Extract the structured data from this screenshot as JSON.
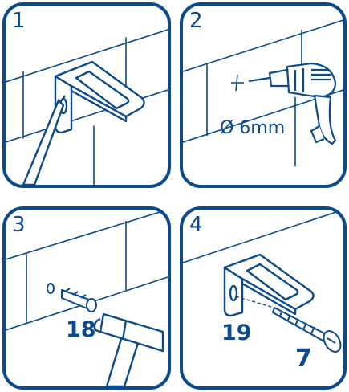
{
  "panels": [
    {
      "number": "1"
    },
    {
      "number": "2",
      "hole_diameter": "Ø 6mm"
    },
    {
      "number": "3",
      "part_code": "18"
    },
    {
      "number": "4",
      "part_codes": [
        "19",
        "7"
      ]
    }
  ],
  "colors": {
    "accent": "#0b4a8b",
    "line": "#0b4a8b",
    "background": "#ffffff"
  },
  "icons": [
    "bracket-icon",
    "screwdriver-icon",
    "drill-icon",
    "hammer-icon",
    "wall-plug-icon",
    "screw-icon"
  ]
}
